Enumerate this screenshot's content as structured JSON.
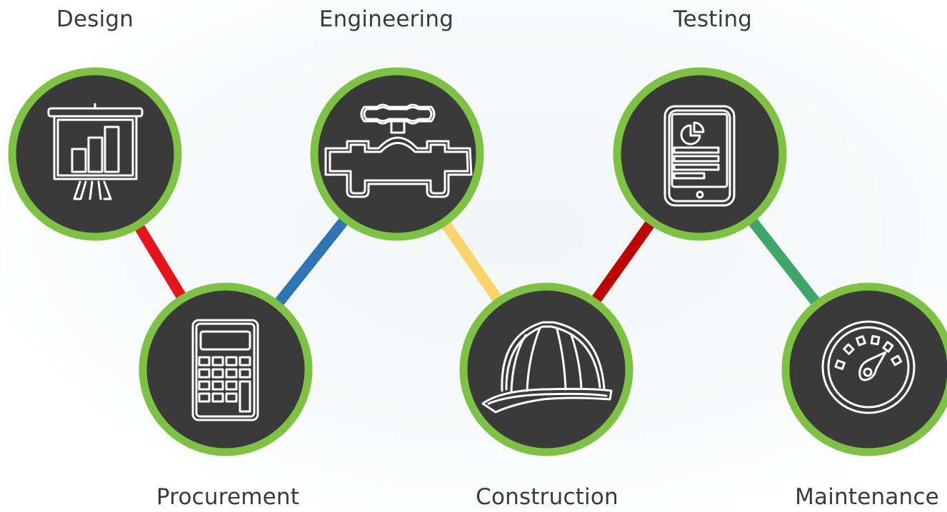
{
  "colors": {
    "ring": "#7dc242",
    "node_fill": "#3a3a3a",
    "icon_stroke": "#ffffff",
    "label_text": "#3a3a3a",
    "connectors": [
      "#e8141c",
      "#2e75b6",
      "#f8d46a",
      "#c00000",
      "#3fa66a"
    ]
  },
  "stages": [
    {
      "label": "Design",
      "icon": "presentation-chart-icon"
    },
    {
      "label": "Procurement",
      "icon": "calculator-icon"
    },
    {
      "label": "Engineering",
      "icon": "pipe-valve-icon"
    },
    {
      "label": "Construction",
      "icon": "hard-hat-icon"
    },
    {
      "label": "Testing",
      "icon": "tablet-report-icon"
    },
    {
      "label": "Maintenance",
      "icon": "gauge-icon"
    }
  ]
}
